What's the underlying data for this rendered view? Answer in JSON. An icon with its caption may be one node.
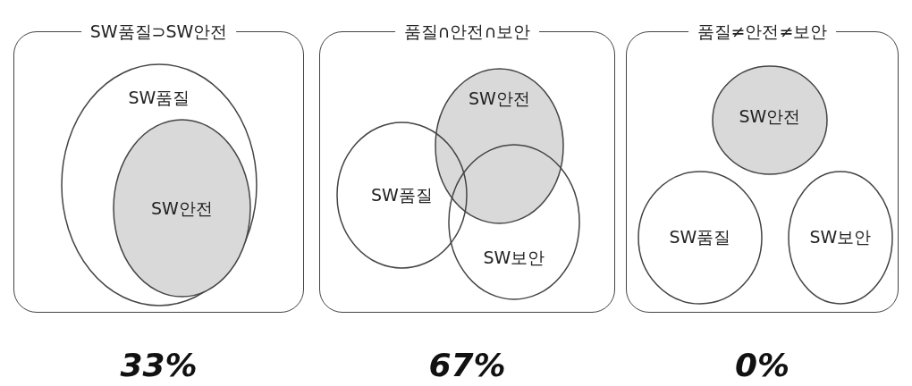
{
  "diagram": {
    "nodes": [
      {
        "text": [
          "SW품질⊃SW안전"
        ],
        "beside": [
          "33%"
        ]
      },
      {
        "text": [
          "SW품질"
        ],
        "in": 0
      },
      {
        "text": [
          "SW안전"
        ],
        "in": 1
      },
      {
        "text": [
          "품질∩안전∩보안"
        ],
        "beside": [
          "67%"
        ]
      },
      {
        "text": [
          "SW안전"
        ],
        "in": 3
      },
      {
        "text": [
          "SW품질"
        ],
        "in": 3
      },
      {
        "text": [
          "SW보안"
        ],
        "in": 3
      },
      {
        "text": [
          "품질≠안전≠보안"
        ],
        "beside": [
          "0%"
        ]
      },
      {
        "text": [
          "SW안전"
        ],
        "in": 7
      },
      {
        "text": [
          "SW품질"
        ],
        "in": 7
      },
      {
        "text": [
          "SW보안"
        ],
        "in": 7
      }
    ]
  }
}
